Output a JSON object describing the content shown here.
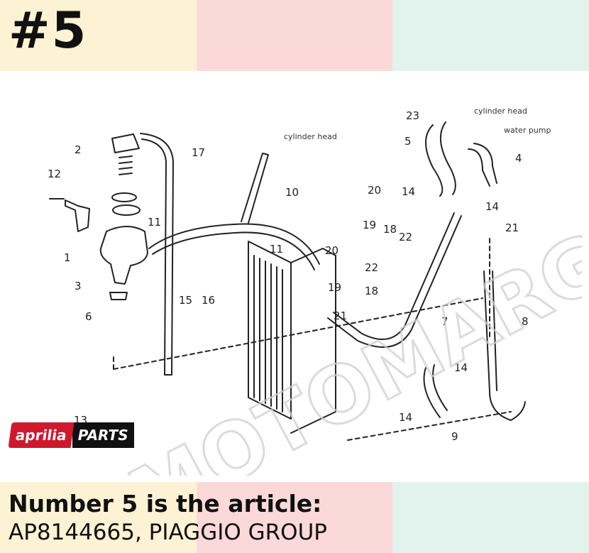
{
  "header": {
    "title": "#5"
  },
  "colors": {
    "band1": "#fdf3d4",
    "band2": "#fbd9d9",
    "band3": "#e1f3ec",
    "line": "#222222",
    "accent": "#d0182c"
  },
  "callouts": [
    "1",
    "2",
    "3",
    "4",
    "5",
    "6",
    "7",
    "8",
    "9",
    "10",
    "11",
    "11",
    "12",
    "13",
    "14",
    "14",
    "14",
    "14",
    "15",
    "16",
    "17",
    "18",
    "18",
    "19",
    "19",
    "20",
    "20",
    "21",
    "21",
    "22",
    "22",
    "23"
  ],
  "labels": {
    "cylinder_head_1": "cylinder head",
    "cylinder_head_2": "cylinder head",
    "water_pump": "water pump"
  },
  "brand": {
    "logo": "aprilia",
    "parts": "PARTS"
  },
  "watermark": {
    "text": "MOTOMARGIA"
  },
  "footer": {
    "line1": "Number 5 is the article:",
    "line2": "AP8144665, PIAGGIO GROUP"
  }
}
